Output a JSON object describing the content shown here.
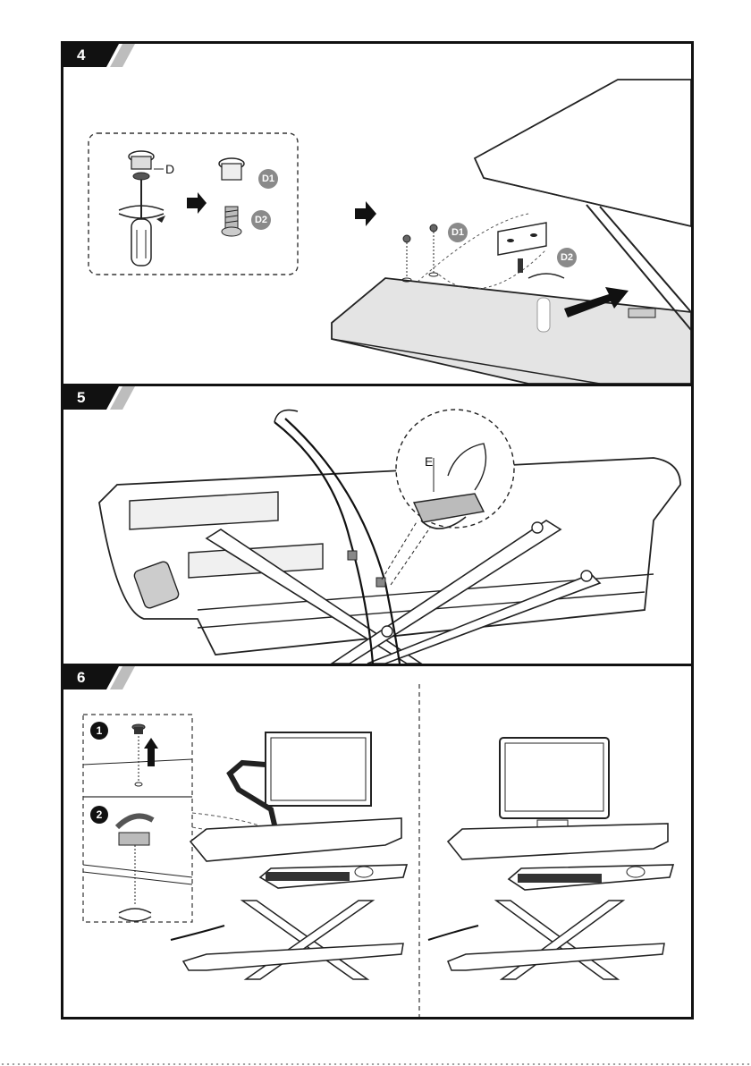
{
  "steps": [
    {
      "number": "4"
    },
    {
      "number": "5"
    },
    {
      "number": "6"
    }
  ],
  "step4": {
    "part_d": "D",
    "part_d1": "D1",
    "part_d2": "D2"
  },
  "step5": {
    "part_e": "E"
  },
  "step6": {
    "sub1": "1",
    "sub2": "2"
  }
}
